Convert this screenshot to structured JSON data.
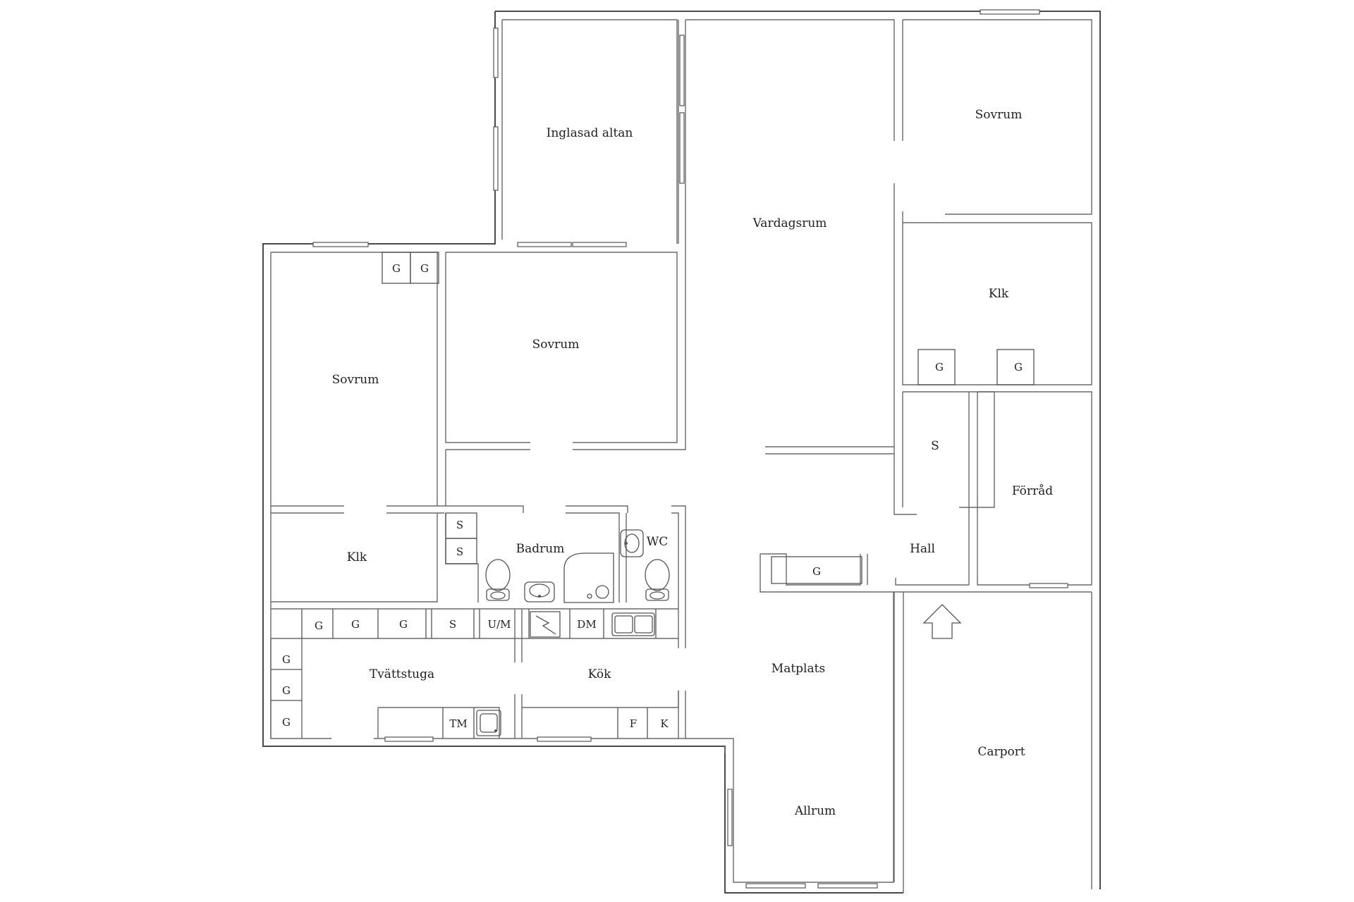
{
  "rooms": {
    "inglasad_altan": "Inglasad altan",
    "vardagsrum": "Vardagsrum",
    "sovrum_ne": "Sovrum",
    "klk_ne": "Klk",
    "sovrum_w": "Sovrum",
    "sovrum_mid": "Sovrum",
    "badrum": "Badrum",
    "wc": "WC",
    "klk_w": "Klk",
    "s_hall": "S",
    "forrad": "Förråd",
    "hall": "Hall",
    "tvattstuga": "Tvättstuga",
    "kok": "Kök",
    "matplats": "Matplats",
    "carport": "Carport",
    "allrum": "Allrum"
  },
  "codes": {
    "g_sov_1": "G",
    "g_sov_2": "G",
    "g_klk_1": "G",
    "g_klk_2": "G",
    "s_bad_1": "S",
    "s_bad_2": "S",
    "g_hall": "G",
    "g_row_1": "G",
    "g_row_2": "G",
    "g_row_3": "G",
    "s_row": "S",
    "um": "U/M",
    "dm": "DM",
    "g_col_1": "G",
    "g_col_2": "G",
    "g_col_3": "G",
    "tm": "TM",
    "f": "F",
    "k": "K"
  },
  "icons": [
    "toilet-icon",
    "sink-icon",
    "stove-icon",
    "shower-icon",
    "entrance-arrow-icon"
  ]
}
